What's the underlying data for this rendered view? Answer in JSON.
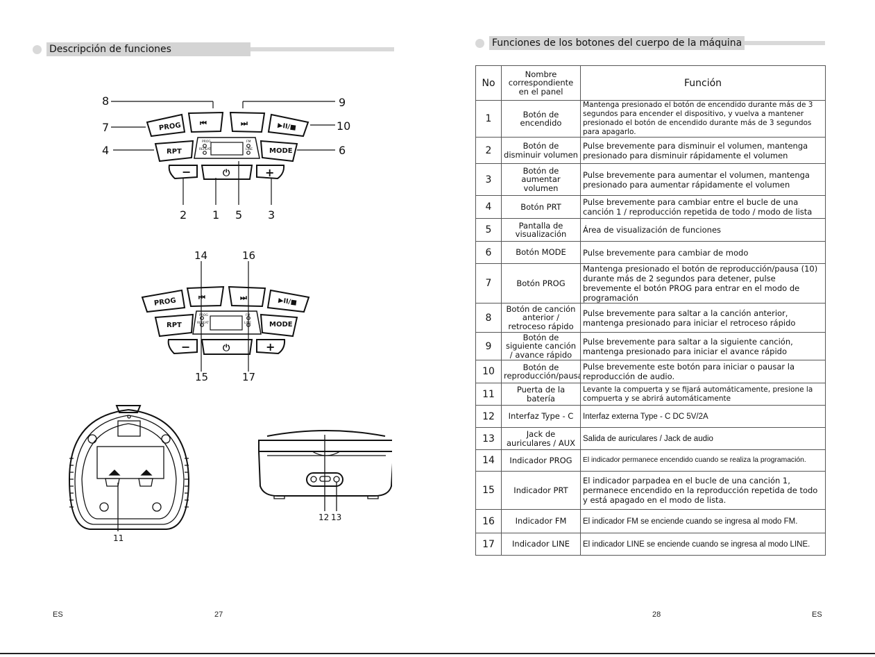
{
  "left_page": {
    "section_title": "Descripción de funciones",
    "footer": {
      "lang": "ES",
      "page_number": "27"
    },
    "panel_labels": {
      "prog": "PROG",
      "rpt": "RPT",
      "mode": "MODE",
      "prev": "⏮",
      "next": "⏭",
      "playpause": "▶II/■",
      "minus": "−",
      "plus": "+",
      "power": "⏻",
      "ind_prog": "PROG",
      "ind_repeat": "REPEAT",
      "ind_fm": "FM",
      "ind_line": "LINE"
    },
    "callouts_top": [
      "8",
      "9",
      "7",
      "10",
      "4",
      "6",
      "2",
      "1",
      "5",
      "3"
    ],
    "callouts_mid": [
      "14",
      "16",
      "15",
      "17"
    ],
    "callouts_bottom": [
      "11",
      "12",
      "13"
    ]
  },
  "right_page": {
    "section_title": "Funciones de los botones del cuerpo de la máquina",
    "footer": {
      "page_number": "28",
      "lang": "ES"
    },
    "table": {
      "headers": {
        "no": "No",
        "name": "Nombre correspondiente en el panel",
        "function": "Función"
      },
      "rows": [
        {
          "no": "1",
          "name": "Botón de encendido",
          "function": "Mantenga presionado el botón de encendido durante más de 3 segundos para encender el dispositivo, y vuelva a mantener presionado el botón de encendido durante más de 3 segundos para apagarlo."
        },
        {
          "no": "2",
          "name": "Botón de disminuir volumen",
          "function": "Pulse brevemente para disminuir el volumen, mantenga presionado para disminuir rápidamente el volumen"
        },
        {
          "no": "3",
          "name": "Botón de aumentar volumen",
          "function": "Pulse brevemente para aumentar el volumen, mantenga presionado para aumentar rápidamente el volumen"
        },
        {
          "no": "4",
          "name": "Botón PRT",
          "function": "Pulse brevemente para cambiar entre el bucle de una canción 1 / reproducción repetida de todo / modo de lista"
        },
        {
          "no": "5",
          "name": "Pantalla de visualización",
          "function": "Área de visualización de funciones"
        },
        {
          "no": "6",
          "name": "Botón MODE",
          "function": "Pulse brevemente para cambiar de modo"
        },
        {
          "no": "7",
          "name": "Botón PROG",
          "function": "Mantenga presionado el botón de reproducción/pausa (10) durante más de 2 segundos para detener, pulse brevemente el botón PROG para entrar en el modo de programación"
        },
        {
          "no": "8",
          "name": "Botón de canción anterior / retroceso rápido",
          "function": "Pulse brevemente para saltar a la canción anterior, mantenga presionado para iniciar el retroceso rápido"
        },
        {
          "no": "9",
          "name": "Botón de siguiente canción / avance rápido",
          "function": "Pulse brevemente para saltar a la siguiente canción, mantenga presionado para iniciar el avance rápido"
        },
        {
          "no": "10",
          "name": "Botón de reproducción/pausa",
          "function": "Pulse brevemente este botón para iniciar o pausar la reproducción de audio."
        },
        {
          "no": "11",
          "name": "Puerta de la batería",
          "function": "Levante la compuerta y se fijará automáticamente, presione la compuerta y se abrirá automáticamente"
        },
        {
          "no": "12",
          "name": "Interfaz Type - C",
          "function": "Interfaz externa Type - C DC 5V/2A"
        },
        {
          "no": "13",
          "name": "Jack de auriculares / AUX",
          "function": "Salida de auriculares / Jack de audio"
        },
        {
          "no": "14",
          "name": "Indicador PROG",
          "function": "El indicador permanece encendido cuando se realiza la programación."
        },
        {
          "no": "15",
          "name": "Indicador PRT",
          "function": "El indicador parpadea en el bucle de una canción 1, permanece encendido en la reproducción repetida de todo y está apagado en el modo de lista."
        },
        {
          "no": "16",
          "name": "Indicador FM",
          "function": "El indicador FM se enciende cuando se ingresa al modo FM."
        },
        {
          "no": "17",
          "name": "Indicador LINE",
          "function": "El indicador LINE se enciende cuando se ingresa al modo LINE."
        }
      ]
    }
  }
}
